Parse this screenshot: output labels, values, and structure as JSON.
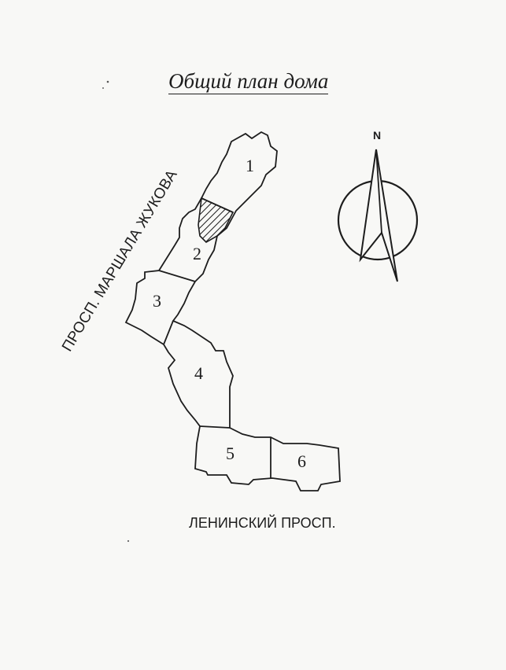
{
  "title": "Общий план дома",
  "streets": {
    "left": "ПРОСП. МАРШАЛА ЖУКОВА",
    "bottom": "ЛЕНИНСКИЙ ПРОСП."
  },
  "compass": {
    "label": "N"
  },
  "buildings": [
    {
      "id": "1",
      "label": "1"
    },
    {
      "id": "2",
      "label": "2",
      "highlighted": true
    },
    {
      "id": "3",
      "label": "3"
    },
    {
      "id": "4",
      "label": "4"
    },
    {
      "id": "5",
      "label": "5"
    },
    {
      "id": "6",
      "label": "6"
    }
  ],
  "colors": {
    "ink": "#1d1d1d",
    "paper": "#f8f8f6"
  }
}
